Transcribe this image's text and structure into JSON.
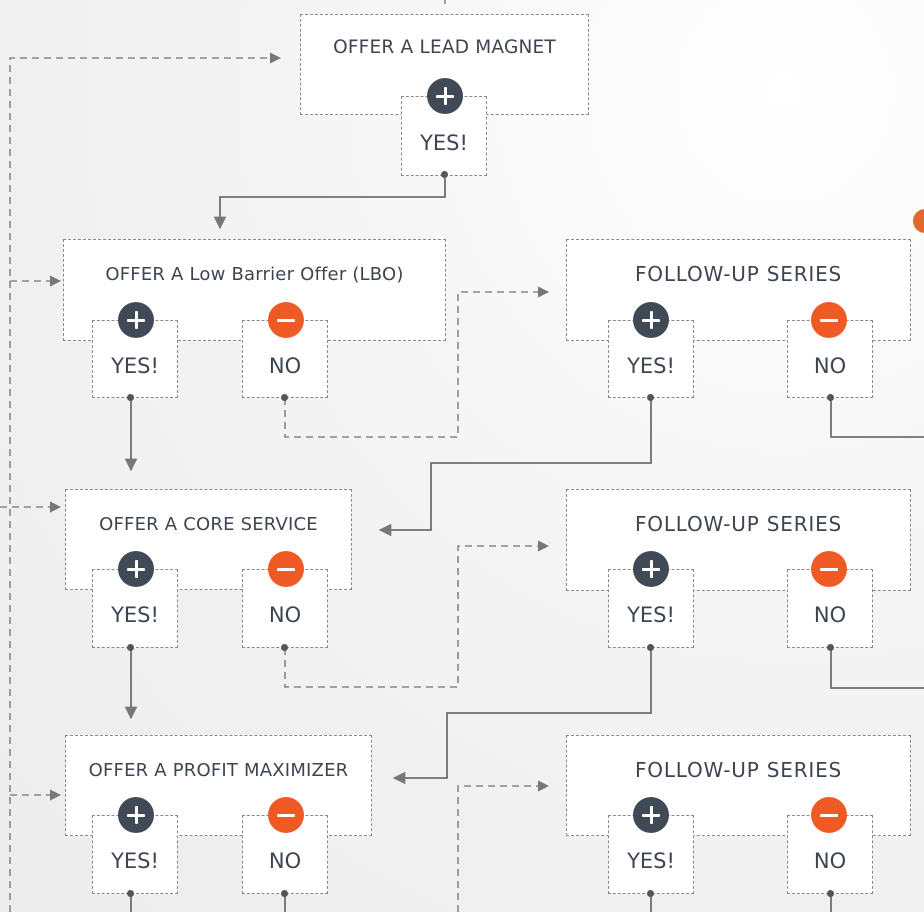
{
  "colors": {
    "plus": "#3f4a56",
    "minus": "#ef5a24",
    "line": "#777777"
  },
  "icons": {
    "plus": "plus-circle-icon",
    "minus": "minus-circle-icon"
  },
  "lead_magnet": {
    "title": "OFFER A LEAD MAGNET",
    "yes": "YES!"
  },
  "lbo": {
    "title": "OFFER A Low Barrier Offer (LBO)",
    "yes": "YES!",
    "no": "NO"
  },
  "core": {
    "title": "OFFER A CORE SERVICE",
    "yes": "YES!",
    "no": "NO"
  },
  "profit": {
    "title": "OFFER A PROFIT MAXIMIZER",
    "yes": "YES!",
    "no": "NO"
  },
  "followups": [
    {
      "title": "FOLLOW-UP SERIES",
      "yes": "YES!",
      "no": "NO"
    },
    {
      "title": "FOLLOW-UP SERIES",
      "yes": "YES!",
      "no": "NO"
    },
    {
      "title": "FOLLOW-UP SERIES",
      "yes": "YES!",
      "no": "NO"
    }
  ]
}
